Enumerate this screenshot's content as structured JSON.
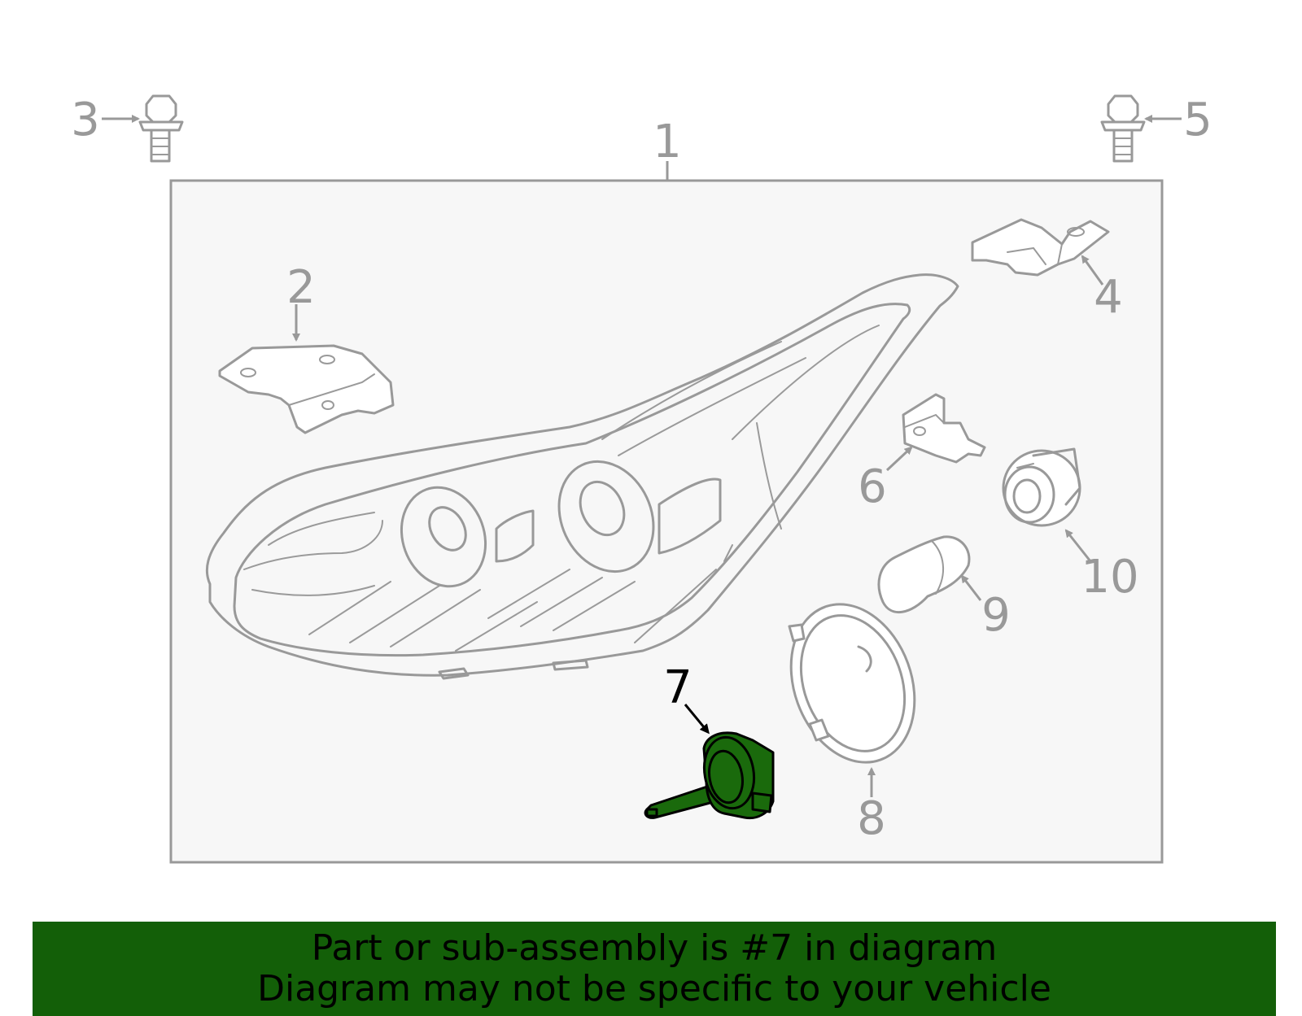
{
  "diagram": {
    "callouts": [
      {
        "number": "1"
      },
      {
        "number": "2"
      },
      {
        "number": "3"
      },
      {
        "number": "4"
      },
      {
        "number": "5"
      },
      {
        "number": "6"
      },
      {
        "number": "7"
      },
      {
        "number": "8"
      },
      {
        "number": "9"
      },
      {
        "number": "10"
      }
    ],
    "highlighted_part": "7",
    "colors": {
      "highlight_part": "#1a6a0c",
      "line_art": "#999999",
      "panel_background": "#f7f7f7",
      "banner_background": "#135f08"
    }
  },
  "banner": {
    "line1": "Part or sub-assembly is #7 in diagram",
    "line2": "Diagram may not be specific to your vehicle"
  }
}
